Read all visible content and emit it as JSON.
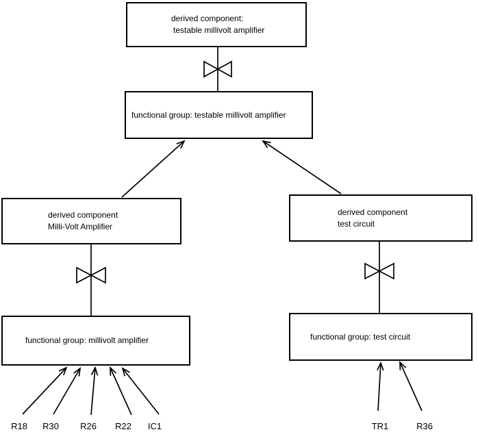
{
  "colors": {
    "background": "#ffffff",
    "line": "#000000",
    "box_border": "#000000",
    "box_fill": "#ffffff",
    "text": "#000000"
  },
  "boxes": {
    "top_derived": {
      "lines": [
        "derived component:",
        "testable millivolt amplifier"
      ]
    },
    "fg_testable": {
      "lines": [
        "functional group: testable millivolt amplifier"
      ]
    },
    "left_derived": {
      "lines": [
        "derived component",
        "Milli-Volt Amplifier"
      ]
    },
    "right_derived": {
      "lines": [
        "derived component",
        "test circuit"
      ]
    },
    "fg_millivolt": {
      "lines": [
        "functional group: millivolt amplifier"
      ]
    },
    "fg_testcircuit": {
      "lines": [
        "functional group: test circuit"
      ]
    }
  },
  "parts": {
    "left": [
      "R18",
      "R30",
      "R26",
      "R22",
      "IC1"
    ],
    "right": [
      "TR1",
      "R36"
    ]
  }
}
